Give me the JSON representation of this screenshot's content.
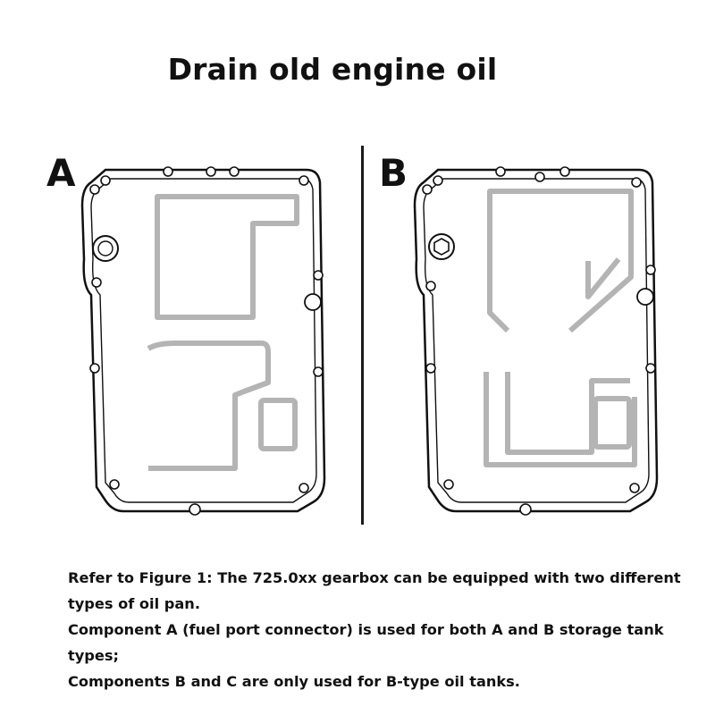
{
  "page": {
    "title": "Drain old engine oil"
  },
  "figure": {
    "pan_a": {
      "label": "A"
    },
    "pan_b": {
      "label": "B"
    }
  },
  "caption": {
    "line1": "Refer to Figure 1: The 725.0xx gearbox can be equipped with two different types of oil pan.",
    "line2": "Component A (fuel port connector) is used for both A and B storage tank types;",
    "line3": "Components B and C are only used for B-type oil tanks."
  }
}
